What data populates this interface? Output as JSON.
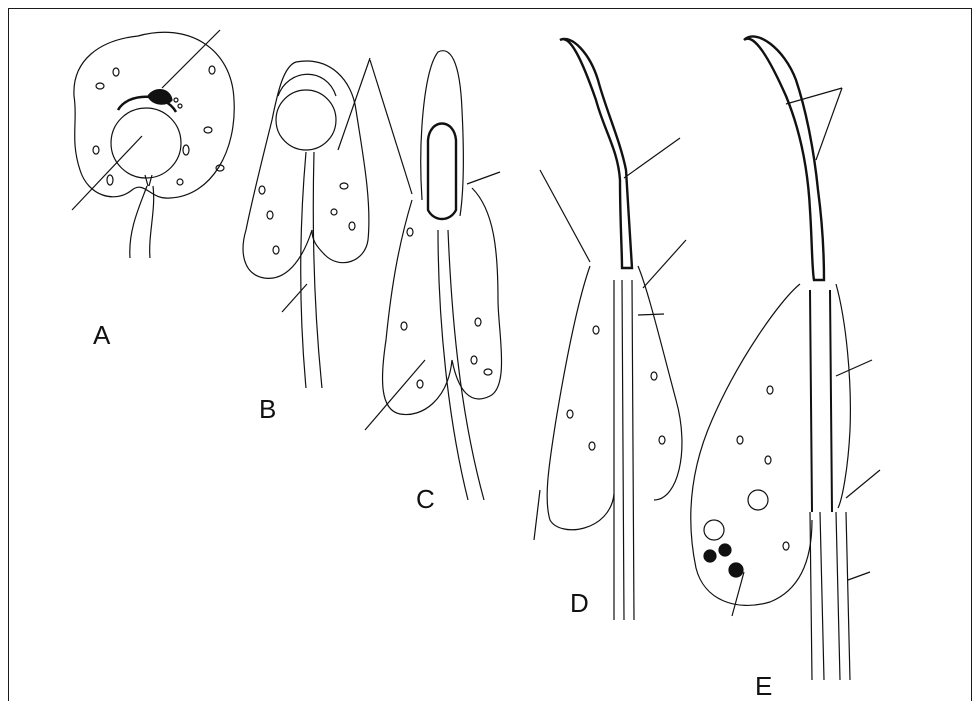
{
  "figure": {
    "stage_labels": {
      "a": "A",
      "b": "B",
      "c": "C",
      "d": "D",
      "e": "E"
    }
  },
  "colors": {
    "ink": "#111111",
    "background": "#ffffff"
  }
}
